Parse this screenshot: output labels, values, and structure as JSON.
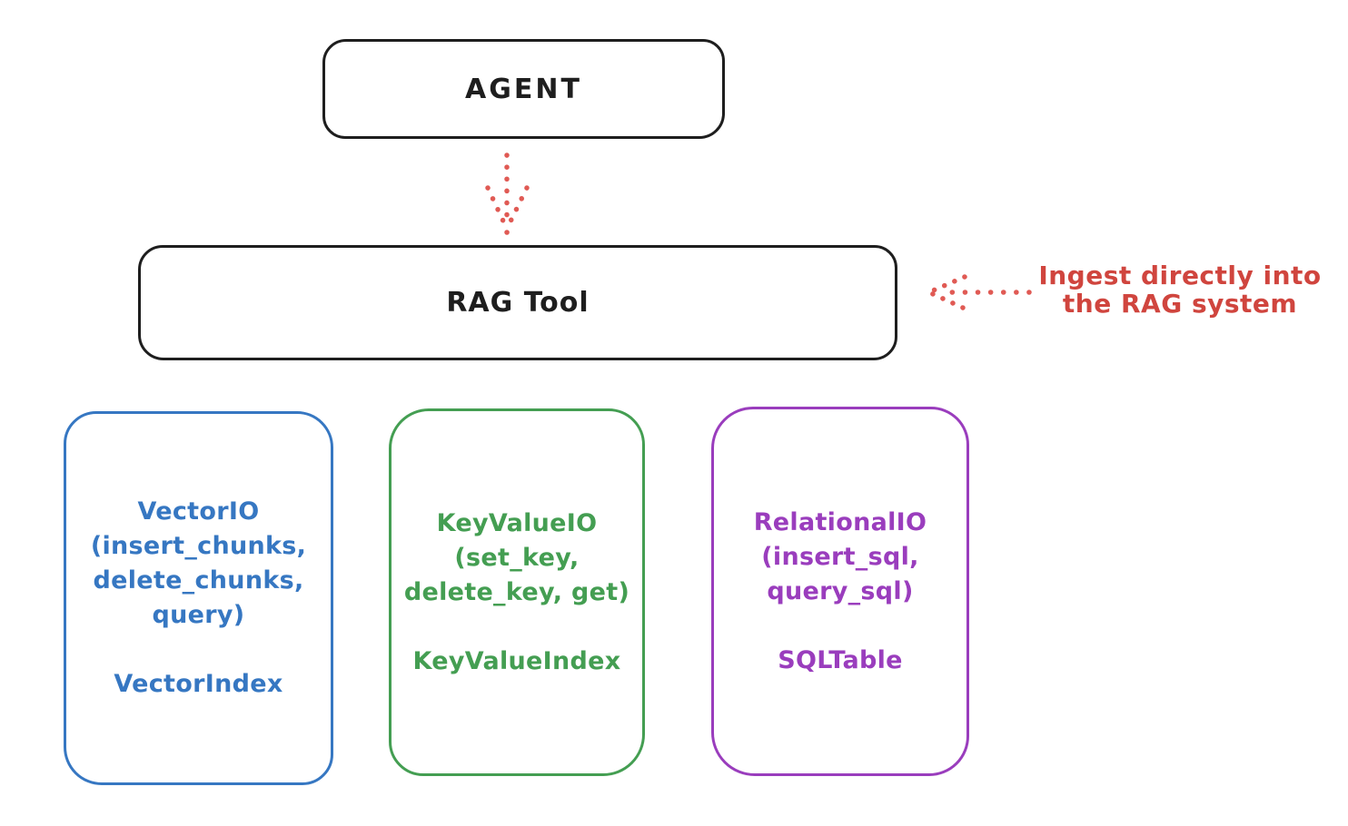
{
  "diagram": {
    "agent": {
      "label": "AGENT"
    },
    "rag_tool": {
      "label": "RAG Tool"
    },
    "annotation": {
      "line1": "Ingest directly into",
      "line2": "the RAG system",
      "color": "#d0453e"
    },
    "arrows": [
      {
        "name": "agent-to-rag-tool",
        "style": "dotted",
        "direction": "down"
      },
      {
        "name": "annotation-to-rag-tool",
        "style": "dotted",
        "direction": "left"
      }
    ],
    "backends": [
      {
        "title": "VectorIO",
        "methods": [
          "(insert_chunks,",
          "delete_chunks,",
          "query)"
        ],
        "index": "VectorIndex",
        "color": "#3677c2"
      },
      {
        "title": "KeyValueIO",
        "methods": [
          "(set_key,",
          "delete_key, get)"
        ],
        "index": "KeyValueIndex",
        "color": "#449e52"
      },
      {
        "title": "RelationalIO",
        "methods": [
          "(insert_sql,",
          "query_sql)"
        ],
        "index": "SQLTable",
        "color": "#9a3dbd"
      }
    ],
    "colors": {
      "stroke": "#1e1e1e",
      "arrow": "#e05a54",
      "background": "#ffffff"
    }
  }
}
